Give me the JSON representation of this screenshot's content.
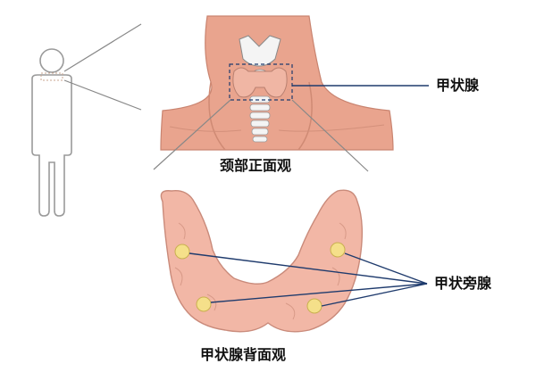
{
  "labels": {
    "thyroid": "甲状腺",
    "neck_front_view": "颈部正面观",
    "parathyroid": "甲状旁腺",
    "thyroid_back_view": "甲状腺背面观"
  },
  "colors": {
    "skin": "#e9a48e",
    "skin_shadow": "#d98a74",
    "thyroid": "#f2b7a6",
    "thyroid_outline": "#c98a7a",
    "gland_dot": "#f5e08a",
    "leader_line": "#1f3b6d",
    "figure_outline": "#9a9a9a",
    "cartilage": "#f4f4f4"
  }
}
